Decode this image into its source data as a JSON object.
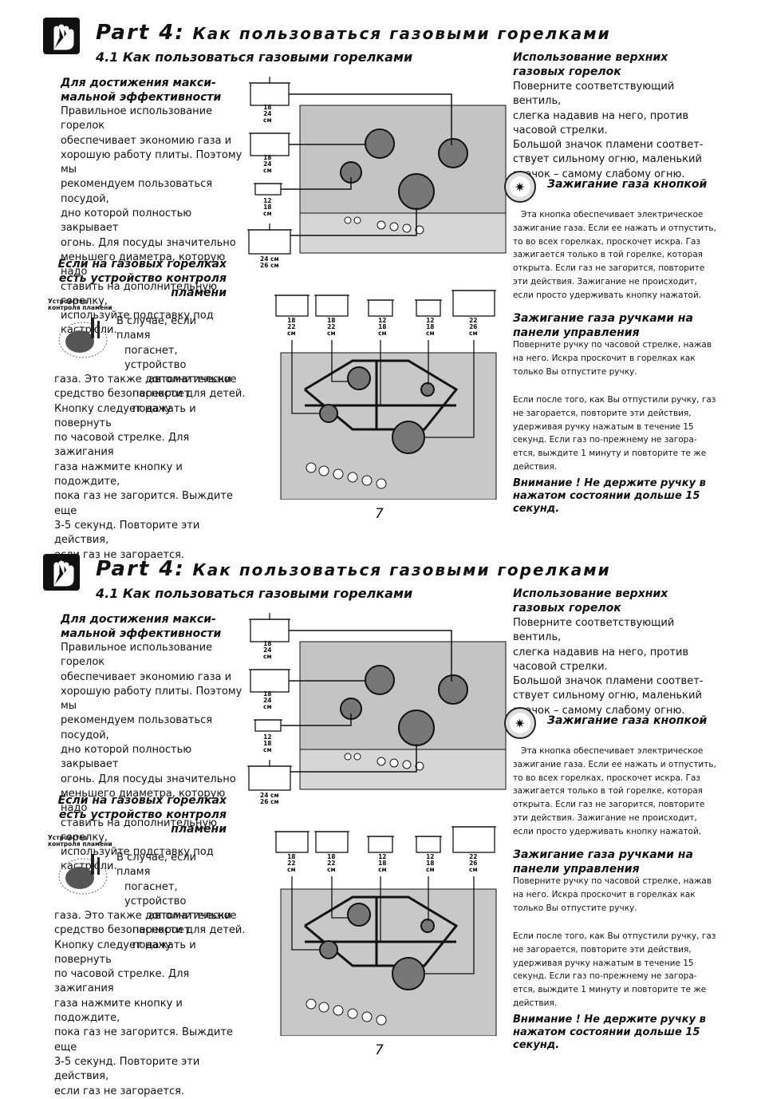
{
  "part": {
    "label": "Part 4:",
    "title": "Как пользоваться газовыми горелками"
  },
  "section_title": "4.1 Как пользоваться газовыми горелками",
  "left": {
    "heading1": [
      "Для достижения макси-",
      "мальной эффективности"
    ],
    "para1": [
      "Правильное использование горелок",
      "обеспечивает экономию газа и",
      "хорошую работу плиты. Поэтому мы",
      "рекомендуем пользоваться посудой,",
      "дно которой полностью закрывает",
      "огонь. Для посуды значительно",
      "меньшего диаметра, которую надо",
      "ставить на дополнительную горелку,",
      "используйте подставку под кастрюли."
    ],
    "heading2": [
      "Если на газовых горелках",
      "есть устройство контроля",
      "пламени"
    ],
    "device_caption": [
      "Устройство",
      "контроля пламени"
    ],
    "para2_indent": [
      "В случае, если пламя",
      "погаснет, устройство",
      "автоматически",
      "перекроет подачу"
    ],
    "para2": [
      "газа. Это также дополнительное",
      "средство безопасности для детей.",
      "Кнопку следует нажать и повернуть",
      "по часовой стрелке. Для зажигания",
      "газа нажмите кнопку и подождите,",
      "пока газ не загорится. Выждите еще",
      "3-5 секунд. Повторите эти действия,",
      "если газ не загорается."
    ]
  },
  "pot_sizes_vertical": [
    [
      "18",
      "24",
      "см"
    ],
    [
      "18",
      "24",
      "см"
    ],
    [
      "12",
      "18",
      "см"
    ],
    [
      "24 см",
      "26 см"
    ]
  ],
  "pot_sizes_row": [
    [
      "18",
      "22",
      "см"
    ],
    [
      "18",
      "22",
      "см"
    ],
    [
      "12",
      "18",
      "см"
    ],
    [
      "12",
      "18",
      "см"
    ],
    [
      "22",
      "26",
      "см"
    ]
  ],
  "right": {
    "heading1": [
      "Использование верхних",
      "газовых горелок"
    ],
    "para1": [
      "Поверните соответствующий вентиль,",
      "слегка надавив на него, против",
      "часовой стрелки.",
      "Большой значок пламени соответ-",
      "ствует сильному огню, маленький",
      "значок – самому слабому огню."
    ],
    "button_icon": "ignition-spark-icon",
    "heading2": "Зажигание газа кнопкой",
    "para2": [
      "Эта кнопка обеспечивает электрическое",
      "зажигание газа. Если ее нажать и отпустить,",
      "то во всех горелках, проскочет искра. Газ",
      "зажигается только в той горелке, которая",
      "открыта. Если газ не загорится, повторите",
      "эти действия. Зажигание не происходит,",
      "если просто удерживать кнопку нажатой."
    ],
    "heading3": [
      "Зажигание газа ручками на",
      "панели управления"
    ],
    "para3": [
      "Поверните ручку по часовой стрелке, нажав",
      "на него. Искра проскочит в горелках как",
      "только Вы отпустите ручку."
    ],
    "para4": [
      "Если после того, как Вы отпустили ручку, газ",
      "не загорается, повторите эти действия,",
      "удерживая ручку нажатым в течение 15",
      "секунд. Если газ по-прежнему не загора-",
      "ется, выждите 1 минуту и повторите те же",
      "действия."
    ],
    "warning": [
      "Внимание ! Не держите ручку в",
      "нажатом состоянии дольше 15",
      "секунд."
    ]
  },
  "page_number": "7",
  "colors": {
    "ink": "#111111",
    "screen": "#bdbdbd"
  }
}
